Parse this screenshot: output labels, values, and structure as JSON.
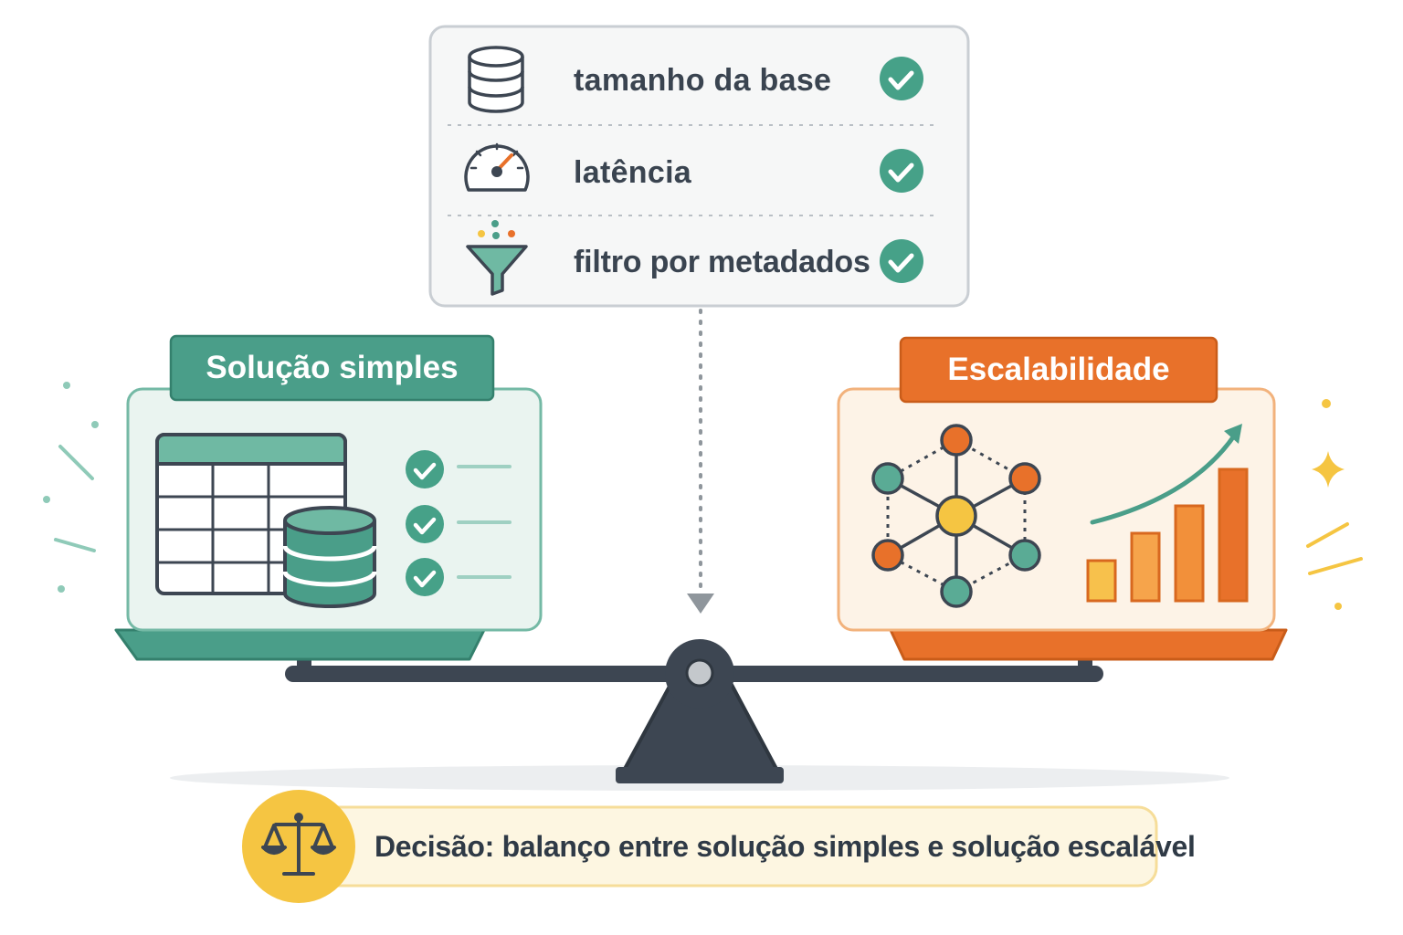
{
  "criteria": [
    {
      "label": "tamanho da base",
      "icon": "database-icon"
    },
    {
      "label": "latência",
      "icon": "speedometer-icon"
    },
    {
      "label": "filtro por metadados",
      "icon": "funnel-icon"
    }
  ],
  "left_panel": {
    "title": "Solução simples",
    "icons": [
      "spreadsheet-icon",
      "database-icon",
      "check-circle-icon"
    ]
  },
  "right_panel": {
    "title": "Escalabilidade",
    "icons": [
      "network-graph-icon",
      "growth-bar-chart-icon",
      "sparkle-icon"
    ]
  },
  "decision": {
    "text": "Decisão:  balanço entre solução simples e solução escalável",
    "icon": "balance-scale-icon"
  },
  "colors": {
    "teal": "#4a9e89",
    "teal_light": "#eaf4f0",
    "orange": "#e8712a",
    "orange_light": "#fdf3e7",
    "check_green": "#46a188",
    "dark": "#3d4652",
    "yellow": "#f5c542",
    "decision_bg": "#fdf6e1"
  }
}
